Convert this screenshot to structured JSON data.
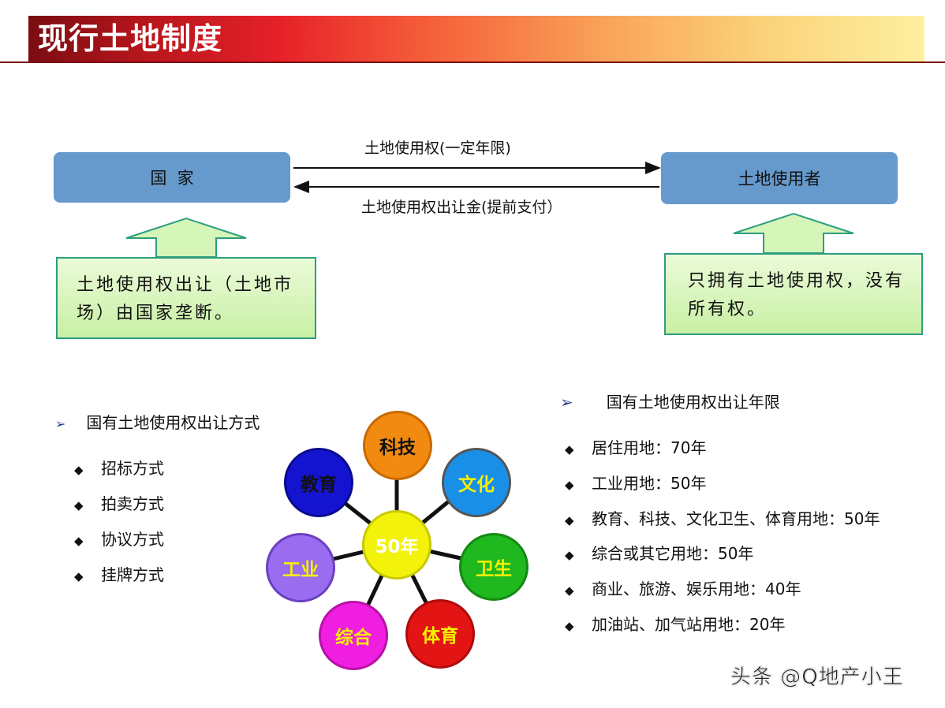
{
  "title": "现行土地制度",
  "flow": {
    "country": "国  家",
    "user": "土地使用者",
    "top_label": "土地使用权(一定年限)",
    "bottom_label": "土地使用权出让金(提前支付）",
    "note_left": "土地使用权出让（土地市场）由国家垄断。",
    "note_right": "只拥有土地使用权，没有所有权。"
  },
  "left_section": {
    "heading": "国有土地使用权出让方式",
    "items": [
      "招标方式",
      "拍卖方式",
      "协议方式",
      "挂牌方式"
    ]
  },
  "flower": {
    "center": "50年",
    "petals": [
      "科技",
      "文化",
      "卫生",
      "体育",
      "综合",
      "工业",
      "教育"
    ]
  },
  "right_section": {
    "heading": "国有土地使用权出让年限",
    "items": [
      "居住用地：70年",
      "工业用地：50年",
      "教育、科技、文化卫生、体育用地：50年",
      "综合或其它用地：50年",
      "商业、旅游、娱乐用地：40年",
      "加油站、加气站用地：20年"
    ]
  },
  "watermark": "头条 @Q地产小王",
  "colors": {
    "box_blue": "#6699cc",
    "note_green": "#c8f0a4",
    "petal_tech": "#f28a12",
    "petal_culture": "#1a8fe8",
    "petal_health": "#1fb81f",
    "petal_sport": "#e31414",
    "petal_general": "#f01ee0",
    "petal_industry": "#9a6cf0",
    "petal_education": "#1414d0",
    "center": "#f2f20a"
  }
}
